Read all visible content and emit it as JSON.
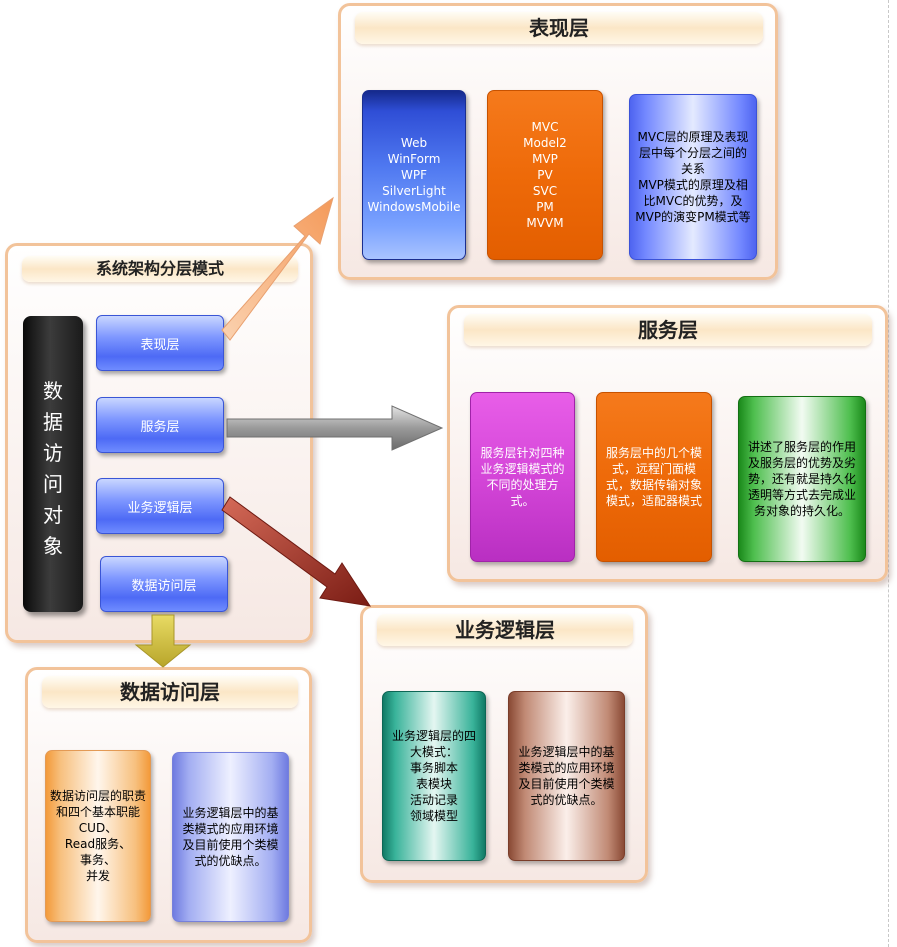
{
  "main": {
    "title": "系统架构分层模式",
    "dao_label": "数\n据\n访\n问\n对\n象",
    "layers": [
      "表现层",
      "服务层",
      "业务逻辑层",
      "数据访问层"
    ]
  },
  "presentation": {
    "title": "表现层",
    "boxes": [
      "Web\nWinForm\nWPF\nSilverLight\nWindowsMobile",
      "MVC\nModel2\nMVP\nPV\nSVC\nPM\nMVVM",
      "MVC层的原理及表现层中每个分层之间的关系\nMVP模式的原理及相比MVC的优势，及MVP的演变PM模式等"
    ]
  },
  "service": {
    "title": "服务层",
    "boxes": [
      "服务层针对四种业务逻辑模式的不同的处理方式。",
      "服务层中的几个模式，远程门面模式，数据传输对象模式，适配器模式",
      "讲述了服务层的作用及服务层的优势及劣势，还有就是持久化透明等方式去完成业务对象的持久化。"
    ]
  },
  "business": {
    "title": "业务逻辑层",
    "boxes": [
      "业务逻辑层的四大模式：\n事务脚本\n表模块\n活动记录\n领域模型",
      "业务逻辑层中的基类模式的应用环境及目前使用个类模式的优缺点。"
    ]
  },
  "data_access": {
    "title": "数据访问层",
    "boxes": [
      "数据访问层的职责和四个基本职能\nCUD、\nRead服务、\n事务、\n并发",
      "业务逻辑层中的基类模式的应用环境及目前使用个类模式的优缺点。"
    ]
  },
  "colors": {
    "panel_border": "#f2c39a",
    "arrow_presentation": "#f6a66e",
    "arrow_service": "#8a8a8a",
    "arrow_business": "#8c2b22",
    "arrow_data_access": "#d3c23a"
  }
}
